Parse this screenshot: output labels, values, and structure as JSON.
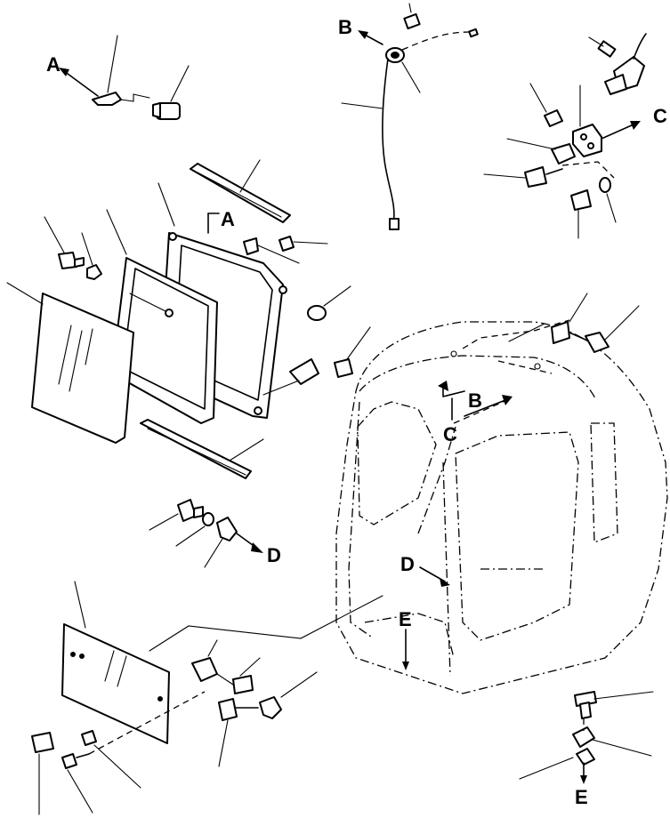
{
  "callouts": {
    "a_top": "A",
    "a_frame": "A",
    "b_top": "B",
    "b_cab": "B",
    "c_right": "C",
    "c_cab": "C",
    "d_bracket": "D",
    "d_cab": "D",
    "e_cab": "E",
    "e_bottom": "E"
  }
}
